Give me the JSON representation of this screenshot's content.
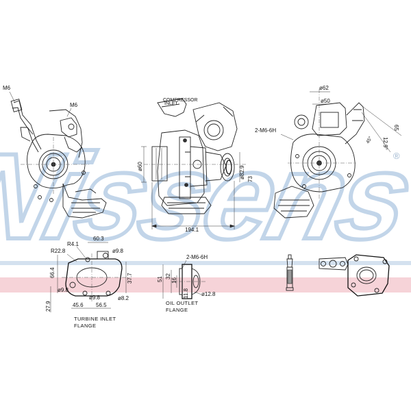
{
  "brand": {
    "watermark_text": "Nissens",
    "registered_mark": "®",
    "watermark_color": "#c9d9ea",
    "band_color": "#f3c6cc",
    "band_blue_color": "#d4e1ef"
  },
  "views": {
    "left": {
      "m6_top": "M6",
      "m6_side": "M6"
    },
    "center": {
      "d60": "ø60",
      "d82": "ø82.9",
      "d73": "73",
      "len": "194.1"
    },
    "right": {
      "d62": "ø62",
      "d50": "ø50",
      "thread": "2-M6-6H",
      "dim65": "65",
      "dim12": "12.9°",
      "ang": "45°"
    }
  },
  "turbine_flange": {
    "r41": "R4.1",
    "w603": "60.3",
    "r228": "R22.8",
    "d98a": "ø9.8",
    "h664": "66.4",
    "h377": "37.7",
    "d98b": "ø9.8",
    "d98c": "ø9.8",
    "d82": "ø8.2",
    "h279": "27.9",
    "w456": "45.6",
    "w565": "56.5",
    "caption1": "TURBINE INLET",
    "caption2": "FLANGE"
  },
  "oil_flange": {
    "thread": "2-M6-6H",
    "h51": "51",
    "h32": "32",
    "h16": "16",
    "h118": "11.8",
    "d128": "ø12.8",
    "caption1": "OIL OUTLET",
    "caption2": "FLANGE"
  }
}
